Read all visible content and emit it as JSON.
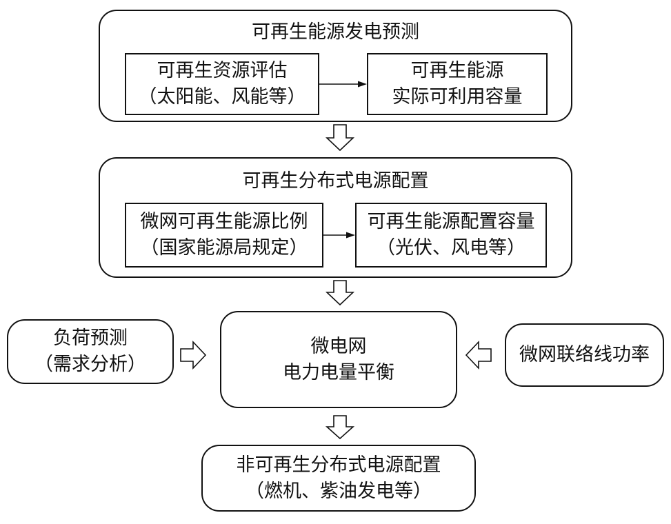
{
  "top_group": {
    "title": "可再生能源发电预测",
    "left_box": {
      "line1": "可再生资源评估",
      "line2": "（太阳能、风能等）"
    },
    "right_box": {
      "line1": "可再生能源",
      "line2": "实际可利用容量"
    }
  },
  "middle_group": {
    "title": "可再生分布式电源配置",
    "left_box": {
      "line1": "微网可再生能源比例",
      "line2": "（国家能源局规定）"
    },
    "right_box": {
      "line1": "可再生能源配置容量",
      "line2": "（光伏、风电等）"
    }
  },
  "load_forecast": {
    "line1": "负荷预测",
    "line2": "（需求分析）"
  },
  "balance": {
    "line1": "微电网",
    "line2": "电力电量平衡"
  },
  "tie_line": {
    "line1": "微网联络线功率"
  },
  "non_renewable": {
    "line1": "非可再生分布式电源配置",
    "line2": "（燃机、紫油发电等）"
  }
}
